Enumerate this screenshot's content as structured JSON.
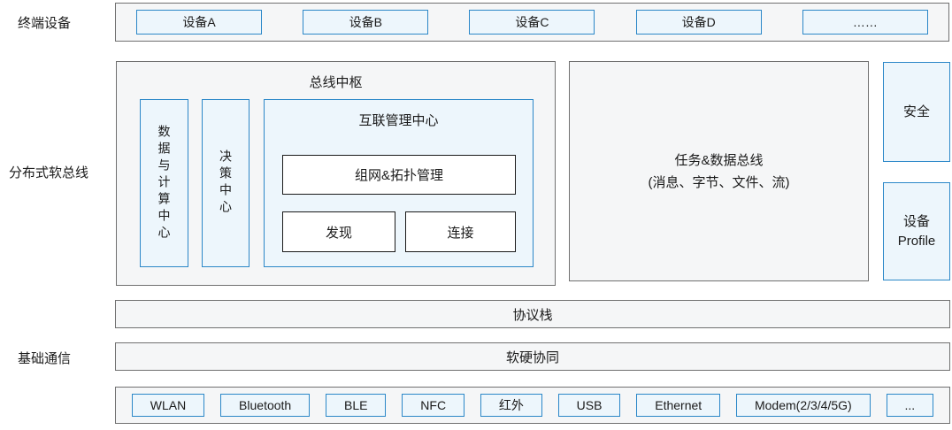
{
  "labels": {
    "terminal_devices": "终端设备",
    "distributed_softbus": "分布式软总线",
    "basic_communication": "基础通信"
  },
  "device_row": {
    "devices": [
      "设备A",
      "设备B",
      "设备C",
      "设备D",
      "……"
    ]
  },
  "bus_hub": {
    "title": "总线中枢",
    "data_compute_center": "数据与计算中心",
    "decision_center": "决策中心",
    "interconnect_center": {
      "title": "互联管理中心",
      "networking_topology": "组网&拓扑管理",
      "discovery": "发现",
      "connection": "连接"
    }
  },
  "task_data_bus": {
    "line1": "任务&数据总线",
    "line2": "(消息、字节、文件、流)"
  },
  "security": "安全",
  "device_profile": {
    "line1": "设备",
    "line2": "Profile"
  },
  "protocol_stack": "协议栈",
  "hw_sw_collaboration": "软硬协同",
  "comm_row": {
    "items": [
      "WLAN",
      "Bluetooth",
      "BLE",
      "NFC",
      "红外",
      "USB",
      "Ethernet",
      "Modem(2/3/4/5G)",
      "..."
    ]
  },
  "colors": {
    "blue_border": "#2b87c8",
    "blue_fill": "#edf6fc",
    "gray_border": "#707070",
    "gray_fill": "#f5f6f7",
    "text": "#1a1a1a"
  }
}
